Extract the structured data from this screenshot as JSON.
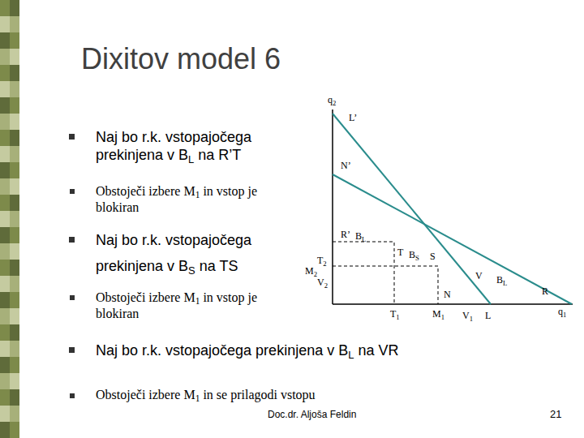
{
  "diagram": {
    "title": "Dixitov model 6",
    "labels": [
      "Naj bo r.k. vstopajočega prekinjena v BL na R’T",
      "Obstoječi izbere M1 in vstop je blokiran",
      "Naj bo r.k. vstopajočega prekinjena v BS na TS",
      "Obstoječi izbere M1 in vstop je blokiran",
      "Naj bo r.k. vstopajočega prekinjena v BL na VR",
      "Obstoječi izbere M1 in se prilagodi vstopu",
      "q2",
      "L’",
      "N’",
      "R’",
      "BL",
      "T",
      "BS",
      "S",
      "T2",
      "M2",
      "V2",
      "V",
      "BL",
      "R",
      "q1",
      "N",
      "T1",
      "M1",
      "V1",
      "L",
      "Doc.dr. Aljoša Feldin",
      "21"
    ]
  }
}
